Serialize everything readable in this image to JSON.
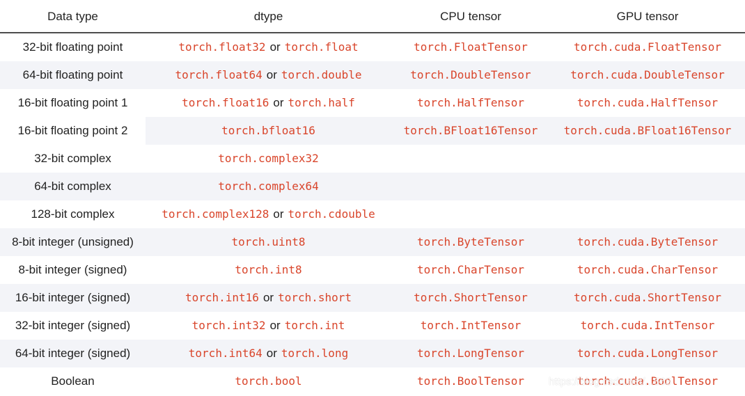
{
  "header": {
    "col1": "Data type",
    "col2": "dtype",
    "col3": "CPU tensor",
    "col4": "GPU tensor"
  },
  "rows": [
    {
      "type": "32-bit floating point",
      "dtype_a": "torch.float32",
      "sep": "or",
      "dtype_b": "torch.float",
      "cpu": "torch.FloatTensor",
      "gpu": "torch.cuda.FloatTensor"
    },
    {
      "type": "64-bit floating point",
      "dtype_a": "torch.float64",
      "sep": "or",
      "dtype_b": "torch.double",
      "cpu": "torch.DoubleTensor",
      "gpu": "torch.cuda.DoubleTensor"
    },
    {
      "type": "16-bit floating point 1",
      "dtype_a": "torch.float16",
      "sep": "or",
      "dtype_b": "torch.half",
      "cpu": "torch.HalfTensor",
      "gpu": "torch.cuda.HalfTensor"
    },
    {
      "type": "16-bit floating point 2",
      "dtype_a": "torch.bfloat16",
      "cpu": "torch.BFloat16Tensor",
      "gpu": "torch.cuda.BFloat16Tensor"
    },
    {
      "type": "32-bit complex",
      "dtype_a": "torch.complex32"
    },
    {
      "type": "64-bit complex",
      "dtype_a": "torch.complex64"
    },
    {
      "type": "128-bit complex",
      "dtype_a": "torch.complex128",
      "sep": "or",
      "dtype_b": "torch.cdouble"
    },
    {
      "type": "8-bit integer (unsigned)",
      "dtype_a": "torch.uint8",
      "cpu": "torch.ByteTensor",
      "gpu": "torch.cuda.ByteTensor"
    },
    {
      "type": "8-bit integer (signed)",
      "dtype_a": "torch.int8",
      "cpu": "torch.CharTensor",
      "gpu": "torch.cuda.CharTensor"
    },
    {
      "type": "16-bit integer (signed)",
      "dtype_a": "torch.int16",
      "sep": "or",
      "dtype_b": "torch.short",
      "cpu": "torch.ShortTensor",
      "gpu": "torch.cuda.ShortTensor"
    },
    {
      "type": "32-bit integer (signed)",
      "dtype_a": "torch.int32",
      "sep": "or",
      "dtype_b": "torch.int",
      "cpu": "torch.IntTensor",
      "gpu": "torch.cuda.IntTensor"
    },
    {
      "type": "64-bit integer (signed)",
      "dtype_a": "torch.int64",
      "sep": "or",
      "dtype_b": "torch.long",
      "cpu": "torch.LongTensor",
      "gpu": "torch.cuda.LongTensor"
    },
    {
      "type": "Boolean",
      "dtype_a": "torch.bool",
      "cpu": "torch.BoolTensor",
      "gpu": "torch.cuda.BoolTensor"
    }
  ],
  "watermark": "https://blog.csdn.net/...563",
  "colors": {
    "code": "#d9452b",
    "stripe": "#f3f4f8",
    "rule": "#4d4d4d"
  }
}
